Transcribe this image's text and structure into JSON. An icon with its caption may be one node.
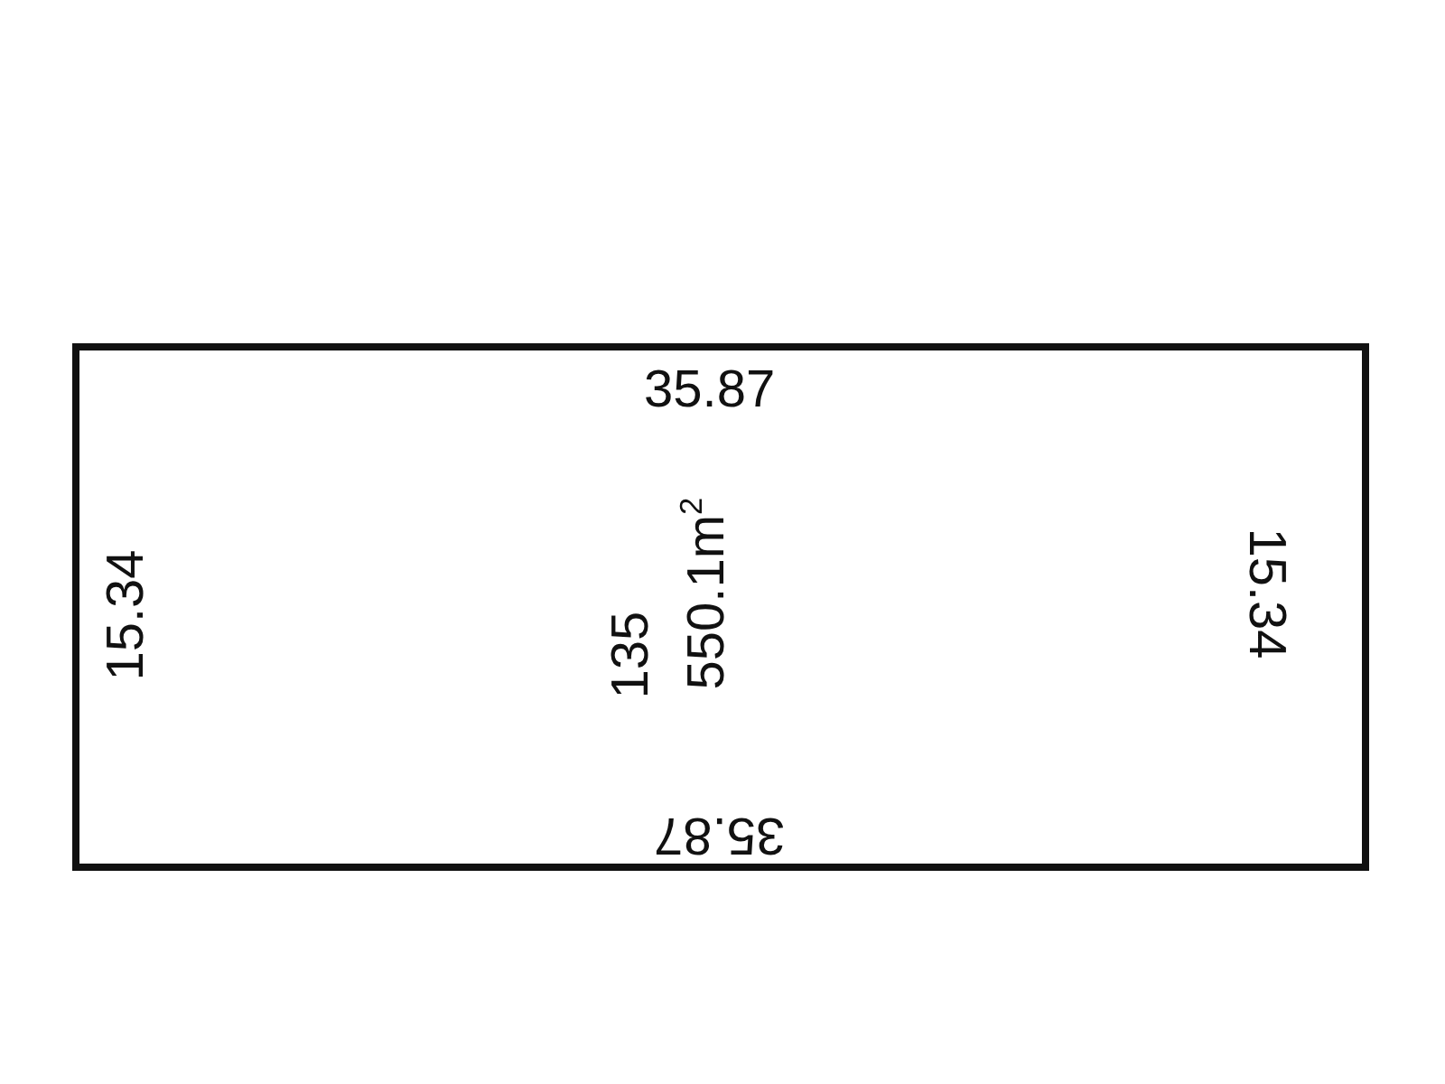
{
  "diagram": {
    "nodes": [
      {
        "text": [
          "135",
          "550.1m$^{2}$"
        ]
      }
    ],
    "labels": [
      "35.87",
      "15.34",
      "15.34",
      "35.87"
    ]
  }
}
